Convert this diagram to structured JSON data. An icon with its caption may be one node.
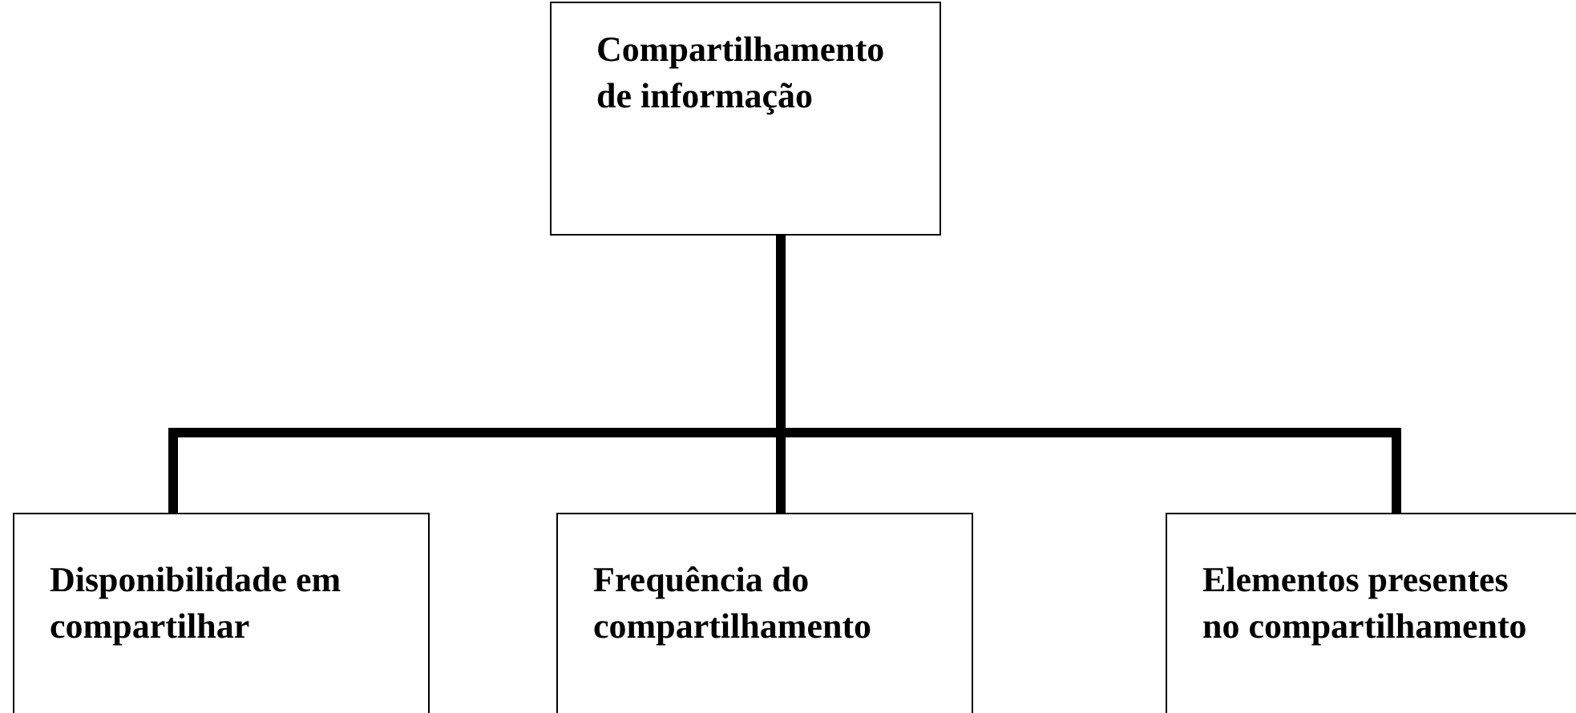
{
  "diagram": {
    "nodes": [
      {
        "text": [
          "Compartilhamento de informação"
        ]
      },
      {
        "text": [
          "Disponibilidade em compartilhar"
        ]
      },
      {
        "text": [
          "Frequência do compartilhamento"
        ]
      },
      {
        "text": [
          "Elementos presentes no compartilhamento"
        ]
      }
    ],
    "edges": [
      {
        "from": 0,
        "to": 1,
        "arrow": "none"
      },
      {
        "from": 0,
        "to": 2,
        "arrow": "none"
      },
      {
        "from": 0,
        "to": 3,
        "arrow": "none"
      }
    ]
  }
}
